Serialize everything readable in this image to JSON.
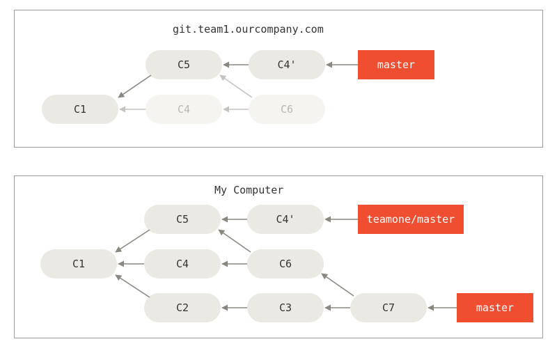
{
  "remote": {
    "title": "git.team1.ourcompany.com",
    "commits": {
      "c1": "C1",
      "c4": "C4",
      "c5": "C5",
      "c4p": "C4'",
      "c6": "C6"
    },
    "refs": {
      "master": "master"
    }
  },
  "local": {
    "title": "My Computer",
    "commits": {
      "c1": "C1",
      "c2": "C2",
      "c3": "C3",
      "c4": "C4",
      "c5": "C5",
      "c4p": "C4'",
      "c6": "C6",
      "c7": "C7"
    },
    "refs": {
      "teamone_master": "teamone/master",
      "master": "master"
    }
  },
  "colors": {
    "commit_fill": "#ebe9e3",
    "commit_faded_fill": "#f5f4f1",
    "ref_fill": "#f04e30",
    "arrow": "#8a8780",
    "arrow_faded": "#c4c3bf",
    "border": "#9a9a9a"
  }
}
